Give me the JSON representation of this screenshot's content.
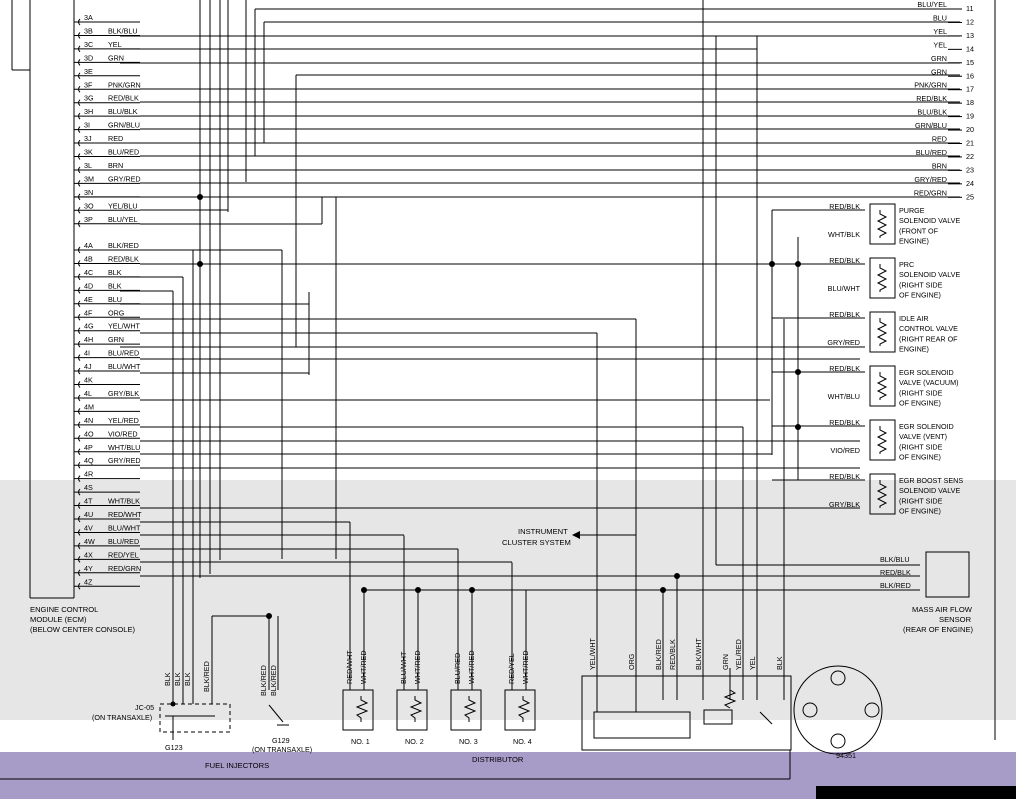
{
  "ecm": {
    "label": [
      "ENGINE CONTROL",
      "MODULE (ECM)",
      "(BELOW CENTER CONSOLE)"
    ],
    "pins_3": [
      {
        "pin": "3A",
        "wire": ""
      },
      {
        "pin": "3B",
        "wire": "BLK/BLU"
      },
      {
        "pin": "3C",
        "wire": "YEL"
      },
      {
        "pin": "3D",
        "wire": "GRN"
      },
      {
        "pin": "3E",
        "wire": ""
      },
      {
        "pin": "3F",
        "wire": "PNK/GRN"
      },
      {
        "pin": "3G",
        "wire": "RED/BLK"
      },
      {
        "pin": "3H",
        "wire": "BLU/BLK"
      },
      {
        "pin": "3I",
        "wire": "GRN/BLU"
      },
      {
        "pin": "3J",
        "wire": "RED"
      },
      {
        "pin": "3K",
        "wire": "BLU/RED"
      },
      {
        "pin": "3L",
        "wire": "BRN"
      },
      {
        "pin": "3M",
        "wire": "GRY/RED"
      },
      {
        "pin": "3N",
        "wire": ""
      },
      {
        "pin": "3O",
        "wire": "YEL/BLU"
      },
      {
        "pin": "3P",
        "wire": "BLU/YEL"
      }
    ],
    "pins_4": [
      {
        "pin": "4A",
        "wire": "BLK/RED"
      },
      {
        "pin": "4B",
        "wire": "RED/BLK"
      },
      {
        "pin": "4C",
        "wire": "BLK"
      },
      {
        "pin": "4D",
        "wire": "BLK"
      },
      {
        "pin": "4E",
        "wire": "BLU"
      },
      {
        "pin": "4F",
        "wire": "ORG"
      },
      {
        "pin": "4G",
        "wire": "YEL/WHT"
      },
      {
        "pin": "4H",
        "wire": "GRN"
      },
      {
        "pin": "4I",
        "wire": "BLU/RED"
      },
      {
        "pin": "4J",
        "wire": "BLU/WHT"
      },
      {
        "pin": "4K",
        "wire": ""
      },
      {
        "pin": "4L",
        "wire": "GRY/BLK"
      },
      {
        "pin": "4M",
        "wire": ""
      },
      {
        "pin": "4N",
        "wire": "YEL/RED"
      },
      {
        "pin": "4O",
        "wire": "VIO/RED"
      },
      {
        "pin": "4P",
        "wire": "WHT/BLU"
      },
      {
        "pin": "4Q",
        "wire": "GRY/RED"
      },
      {
        "pin": "4R",
        "wire": ""
      },
      {
        "pin": "4S",
        "wire": ""
      },
      {
        "pin": "4T",
        "wire": "WHT/BLK"
      },
      {
        "pin": "4U",
        "wire": "RED/WHT"
      },
      {
        "pin": "4V",
        "wire": "BLU/WHT"
      },
      {
        "pin": "4W",
        "wire": "BLU/RED"
      },
      {
        "pin": "4X",
        "wire": "RED/YEL"
      },
      {
        "pin": "4Y",
        "wire": "RED/GRN"
      },
      {
        "pin": "4Z",
        "wire": ""
      }
    ]
  },
  "top_right_wires": [
    {
      "n": "11",
      "wire": "BLU/YEL"
    },
    {
      "n": "12",
      "wire": "BLU"
    },
    {
      "n": "13",
      "wire": "YEL"
    },
    {
      "n": "14",
      "wire": "YEL"
    },
    {
      "n": "15",
      "wire": "GRN"
    },
    {
      "n": "16",
      "wire": "GRN"
    },
    {
      "n": "17",
      "wire": "PNK/GRN"
    },
    {
      "n": "18",
      "wire": "RED/BLK"
    },
    {
      "n": "19",
      "wire": "BLU/BLK"
    },
    {
      "n": "20",
      "wire": "GRN/BLU"
    },
    {
      "n": "21",
      "wire": "RED"
    },
    {
      "n": "22",
      "wire": "BLU/RED"
    },
    {
      "n": "23",
      "wire": "BRN"
    },
    {
      "n": "24",
      "wire": "GRY/RED"
    },
    {
      "n": "25",
      "wire": "RED/GRN"
    }
  ],
  "solenoids": [
    {
      "name": [
        "PURGE",
        "SOLENOID VALVE",
        "(FRONT OF",
        "ENGINE)"
      ],
      "w1": "RED/BLK",
      "w2": "WHT/BLK"
    },
    {
      "name": [
        "PRC",
        "SOLENOID VALVE",
        "(RIGHT SIDE",
        "OF ENGINE)"
      ],
      "w1": "RED/BLK",
      "w2": "BLU/WHT"
    },
    {
      "name": [
        "IDLE AIR",
        "CONTROL VALVE",
        "(RIGHT REAR OF",
        "ENGINE)"
      ],
      "w1": "RED/BLK",
      "w2": "GRY/RED"
    },
    {
      "name": [
        "EGR SOLENOID",
        "VALVE (VACUUM)",
        "(RIGHT SIDE",
        "OF ENGINE)"
      ],
      "w1": "RED/BLK",
      "w2": "WHT/BLU"
    },
    {
      "name": [
        "EGR SOLENOID",
        "VALVE (VENT)",
        "(RIGHT SIDE",
        "OF ENGINE)"
      ],
      "w1": "RED/BLK",
      "w2": "VIO/RED"
    },
    {
      "name": [
        "EGR BOOST SENS",
        "SOLENOID VALVE",
        "(RIGHT SIDE",
        "OF ENGINE)"
      ],
      "w1": "RED/BLK",
      "w2": "GRY/BLK"
    }
  ],
  "instrument": [
    "INSTRUMENT",
    "CLUSTER SYSTEM"
  ],
  "maf": {
    "wires": [
      "BLK/BLU",
      "RED/BLK",
      "BLK/RED"
    ],
    "label": [
      "MASS AIR FLOW",
      "SENSOR",
      "(REAR OF ENGINE)"
    ]
  },
  "bottom": {
    "jc": [
      "JC-05",
      "(ON TRANSAXLE)"
    ],
    "jc_wires": [
      "BLK",
      "BLK",
      "BLK",
      "BLK/RED"
    ],
    "g123": "G123",
    "g129": [
      "G129",
      "(ON TRANSAXLE)"
    ],
    "g129_wires": [
      "BLK/RED",
      "BLK/RED"
    ],
    "injectors": [
      {
        "name": "NO. 1",
        "w1": "RED/WHT",
        "w2": "WHT/RED"
      },
      {
        "name": "NO. 2",
        "w1": "BLU/WHT",
        "w2": "WHT/RED"
      },
      {
        "name": "NO. 3",
        "w1": "BLU/RED",
        "w2": "WHT/RED"
      },
      {
        "name": "NO. 4",
        "w1": "RED/YEL",
        "w2": "WHT/RED"
      }
    ],
    "fuel_injectors": "FUEL INJECTORS",
    "distributor": "DISTRIBUTOR",
    "dist_wires": [
      "YEL/WHT",
      "ORG",
      "BLK/RED",
      "RED/BLK",
      "BLK/WHT",
      "GRN",
      "YEL/RED",
      "YEL",
      "BLK"
    ],
    "code": "94351"
  }
}
